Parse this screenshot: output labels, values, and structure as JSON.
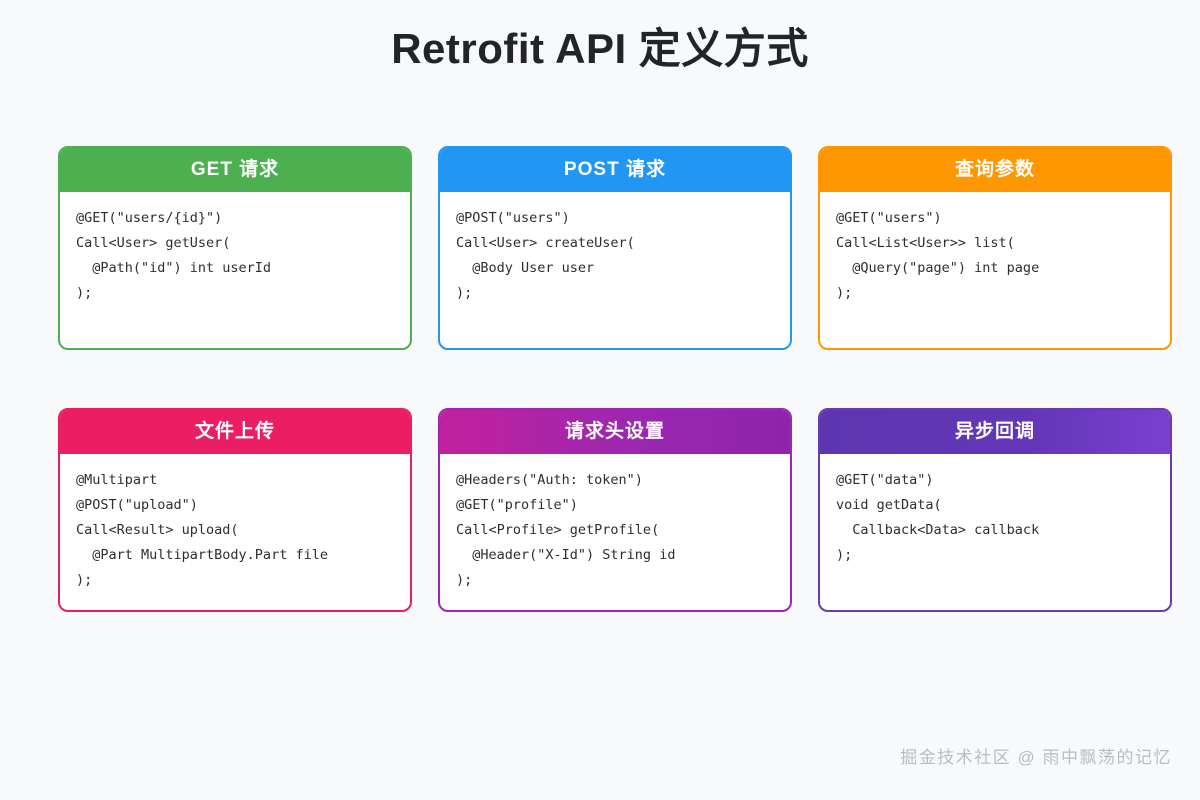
{
  "page": {
    "title": "Retrofit API 定义方式",
    "background_color": "#f8f9fb",
    "watermark": "掘金技术社区 @ 雨中飘荡的记忆"
  },
  "cards": [
    {
      "title": "GET 请求",
      "accent_color": "#4CAF50",
      "code": "@GET(\"users/{id}\")\nCall<User> getUser(\n  @Path(\"id\") int userId\n);"
    },
    {
      "title": "POST 请求",
      "accent_color": "#2196F3",
      "code": "@POST(\"users\")\nCall<User> createUser(\n  @Body User user\n);"
    },
    {
      "title": "查询参数",
      "accent_color": "#FF9800",
      "code": "@GET(\"users\")\nCall<List<User>> list(\n  @Query(\"page\") int page\n);"
    },
    {
      "title": "文件上传",
      "accent_color": "#EC1E63",
      "code": "@Multipart\n@POST(\"upload\")\nCall<Result> upload(\n  @Part MultipartBody.Part file\n);"
    },
    {
      "title": "请求头设置",
      "accent_color": "#9C27B0",
      "code": "@Headers(\"Auth: token\")\n@GET(\"profile\")\nCall<Profile> getProfile(\n  @Header(\"X-Id\") String id\n);"
    },
    {
      "title": "异步回调",
      "accent_color": "#6A3AB2",
      "code": "@GET(\"data\")\nvoid getData(\n  Callback<Data> callback\n);"
    }
  ]
}
